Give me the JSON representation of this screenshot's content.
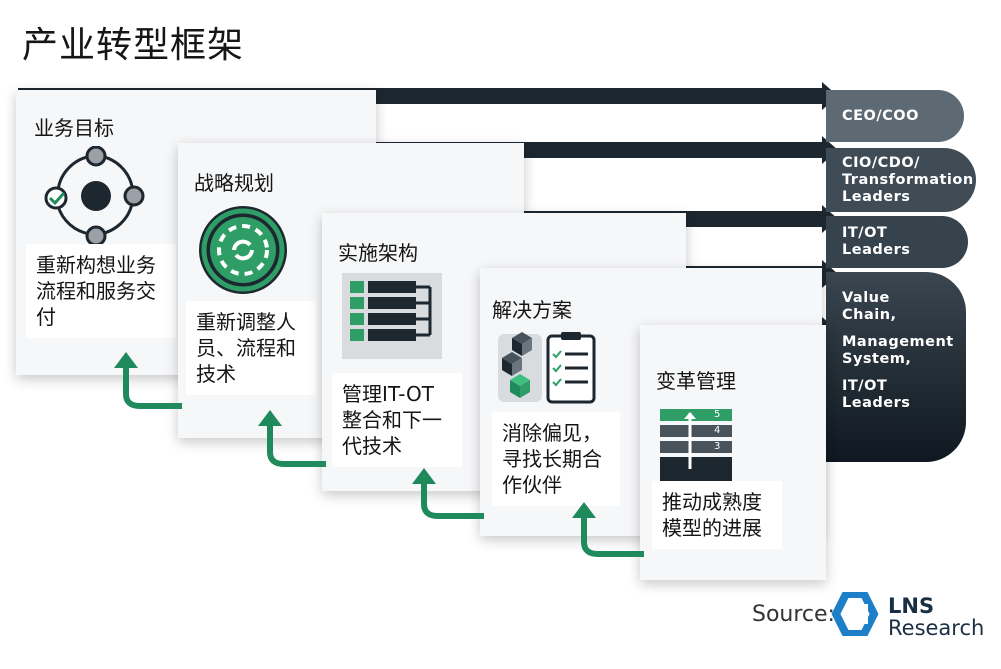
{
  "title": "产业转型框架",
  "roles": {
    "r1": [
      "CEO/COO"
    ],
    "r2": [
      "CIO/CDO/",
      "Transformation",
      "Leaders"
    ],
    "r3": [
      "IT/OT",
      "Leaders"
    ],
    "r4a": [
      "Value",
      "Chain,"
    ],
    "r4b": [
      "Management",
      "System,"
    ],
    "r4c": [
      "IT/OT",
      "Leaders"
    ]
  },
  "stages": [
    {
      "label": "业务目标",
      "desc": "重新构想业务流程和服务交付",
      "icon": "process-cycle-icon"
    },
    {
      "label": "战略规划",
      "desc": "重新调整人员、流程和技术",
      "icon": "sync-circle-icon"
    },
    {
      "label": "实施架构",
      "desc": "管理IT-OT整合和下一代技术",
      "icon": "server-stack-icon"
    },
    {
      "label": "解决方案",
      "desc": "消除偏见，寻找长期合作伙伴",
      "icon": "checklist-cubes-icon"
    },
    {
      "label": "变革管理",
      "desc": "推动成熟度模型的进展",
      "icon": "maturity-levels-icon"
    }
  ],
  "maturity_levels": [
    "5",
    "4",
    "3"
  ],
  "source": {
    "label": "Source:",
    "brand": "LNS",
    "brand_sub": "Research"
  },
  "colors": {
    "accent_green": "#1f8a5c",
    "dark_navy": "#1d2730",
    "ring_green": "#2f9e66"
  }
}
